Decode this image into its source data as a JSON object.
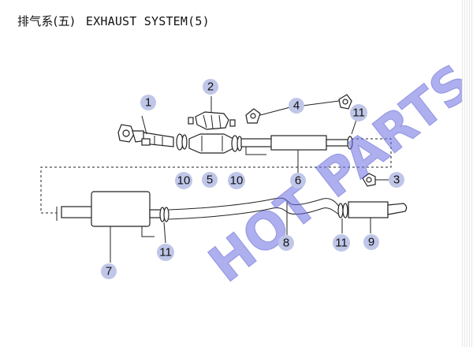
{
  "header": {
    "title_cn": "排气系(五)",
    "title_en": "EXHAUST SYSTEM(5)"
  },
  "watermark": {
    "text": "HOT PARTS"
  },
  "callouts": [
    {
      "id": "c1",
      "label": "1"
    },
    {
      "id": "c2",
      "label": "2"
    },
    {
      "id": "c3",
      "label": "3"
    },
    {
      "id": "c4",
      "label": "4"
    },
    {
      "id": "c5",
      "label": "5"
    },
    {
      "id": "c6",
      "label": "6"
    },
    {
      "id": "c7",
      "label": "7"
    },
    {
      "id": "c8",
      "label": "8"
    },
    {
      "id": "c9",
      "label": "9"
    },
    {
      "id": "c10a",
      "label": "10"
    },
    {
      "id": "c10b",
      "label": "10"
    },
    {
      "id": "c11a",
      "label": "11"
    },
    {
      "id": "c11b",
      "label": "11"
    },
    {
      "id": "c11c",
      "label": "11"
    }
  ],
  "colors": {
    "callout_fill": "#bfc6e8",
    "watermark": "#6a6ee0",
    "line": "#222222"
  }
}
